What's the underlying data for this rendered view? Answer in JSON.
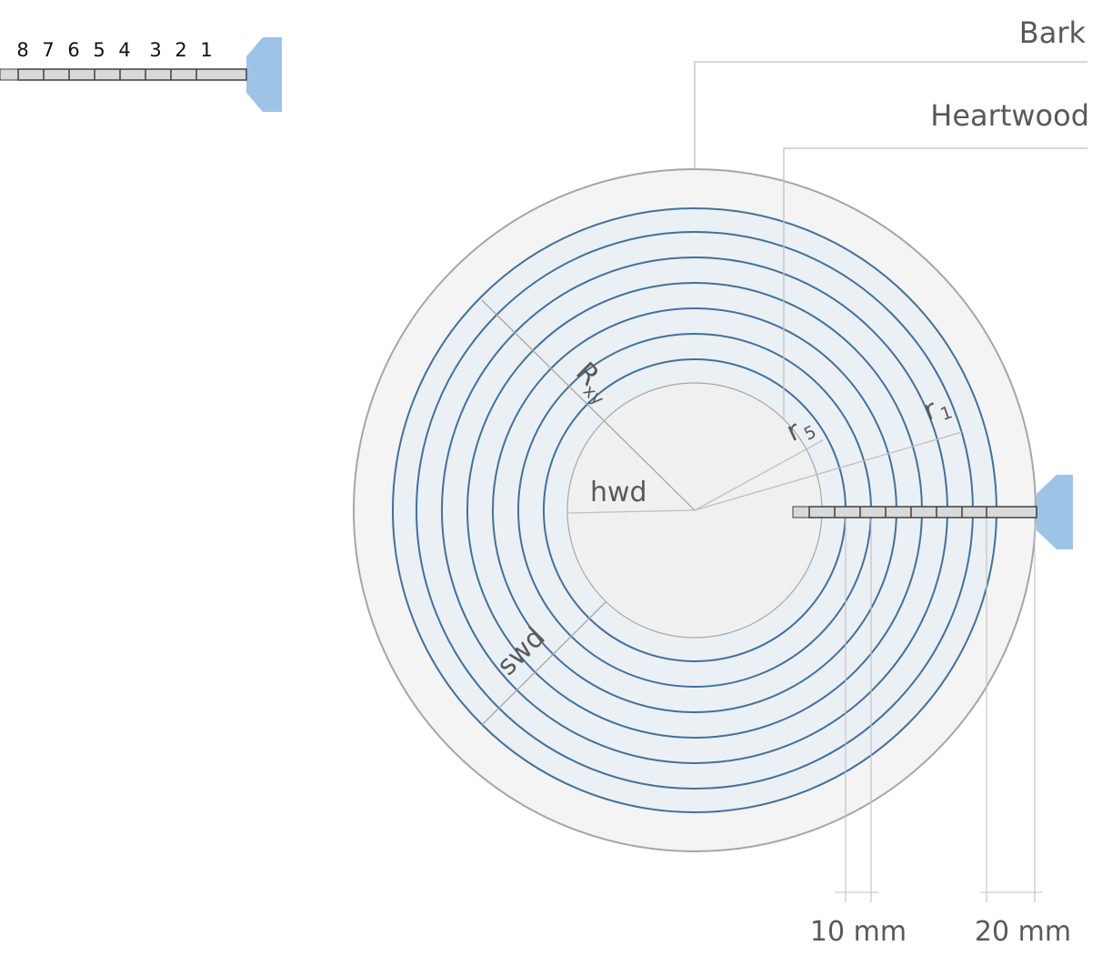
{
  "labels": {
    "bark": "Bark",
    "heartwood": "Heartwood",
    "hwd": "hwd",
    "swd": "swd",
    "rxy_main": "R",
    "rxy_sub": "xy",
    "r5_main": "r",
    "r5_sub": "5",
    "r1_main": "r",
    "r1_sub": "1",
    "scale_10": "10 mm",
    "scale_20": "20 mm"
  },
  "core_segments": [
    "8",
    "7",
    "6",
    "5",
    "4",
    "3",
    "2",
    "1"
  ],
  "colors": {
    "bark_fill": "#f4f4f4",
    "bark_stroke": "#a6a6a6",
    "sapwood_fill": "#ebf0f5",
    "ring_stroke": "#41719c",
    "heartwood_fill": "#f0f0f0",
    "heartwood_stroke": "#a6a6a6",
    "leader": "#bfbfbf",
    "borer_handle": "#9dc3e6",
    "borer_body": "#d9d9d9",
    "text": "#595959"
  }
}
